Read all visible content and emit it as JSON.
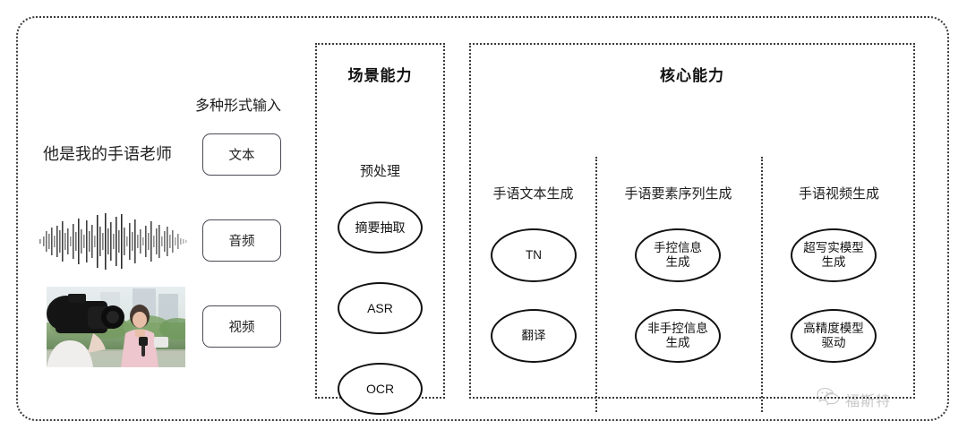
{
  "diagram": {
    "input_section": {
      "heading": "多种形式输入",
      "sample_text": "他是我的手语老师",
      "modalities": [
        {
          "label": "文本",
          "media": "text-sample"
        },
        {
          "label": "音频",
          "media": "audio-waveform"
        },
        {
          "label": "视频",
          "media": "video-thumbnail"
        }
      ]
    },
    "panels": [
      {
        "id": "scene",
        "title": "场景能力",
        "columns": [
          {
            "header": "预处理",
            "nodes": [
              "摘要抽取",
              "ASR",
              "OCR"
            ]
          }
        ]
      },
      {
        "id": "core",
        "title": "核心能力",
        "columns": [
          {
            "header": "手语文本生成",
            "nodes": [
              "TN",
              "翻译"
            ]
          },
          {
            "header": "手语要素序列生成",
            "nodes": [
              "手控信息\n生成",
              "非手控信息\n生成"
            ]
          },
          {
            "header": "手语视频生成",
            "nodes": [
              "超写实模型\n生成",
              "高精度模型\n驱动"
            ]
          }
        ]
      }
    ],
    "watermark": {
      "text": "福斯特",
      "icon": "wechat-icon"
    },
    "colors": {
      "background": "#ffffff",
      "border": "#3b3b3b",
      "node_stroke": "#111111",
      "text": "#1c1c1c"
    }
  }
}
